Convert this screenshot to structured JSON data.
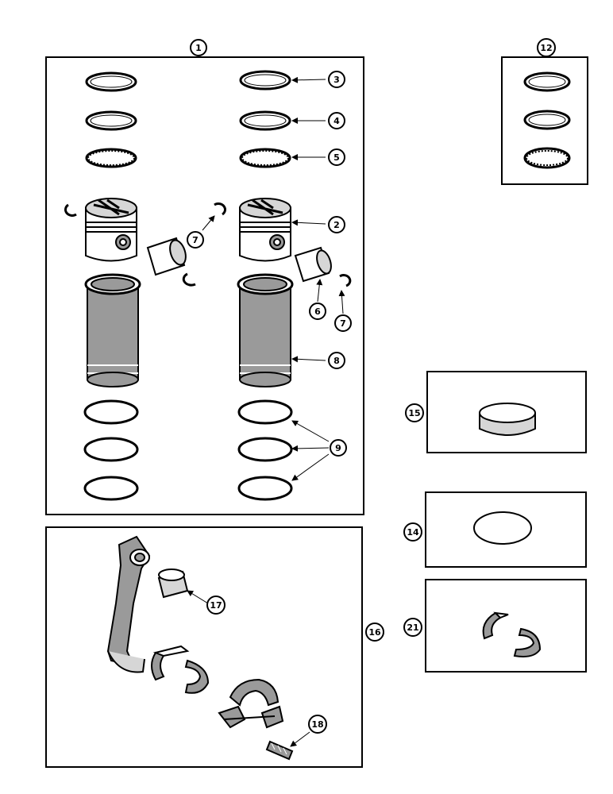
{
  "diagram": {
    "colors": {
      "ink": "#000000",
      "paper": "#ffffff",
      "shade": "#9a9a9a",
      "light": "#d6d6d6"
    },
    "callouts": {
      "c1": "1",
      "c2": "2",
      "c3": "3",
      "c4": "4",
      "c5": "5",
      "c6": "6",
      "c7a": "7",
      "c7b": "7",
      "c8": "8",
      "c9": "9",
      "c12": "12",
      "c14": "14",
      "c15": "15",
      "c16": "16",
      "c17": "17",
      "c18": "18",
      "c21": "21"
    },
    "parts": [
      "piston-kit",
      "piston",
      "compression-ring-top",
      "compression-ring-second",
      "oil-control-ring",
      "piston-pin",
      "snap-ring",
      "cylinder-sleeve",
      "sleeve-o-rings",
      "piston-ring-set",
      "sleeve-shim",
      "sleeve-seal",
      "connecting-rod-assembly",
      "rod-bushing",
      "rod-bolt",
      "rod-bearing"
    ]
  }
}
